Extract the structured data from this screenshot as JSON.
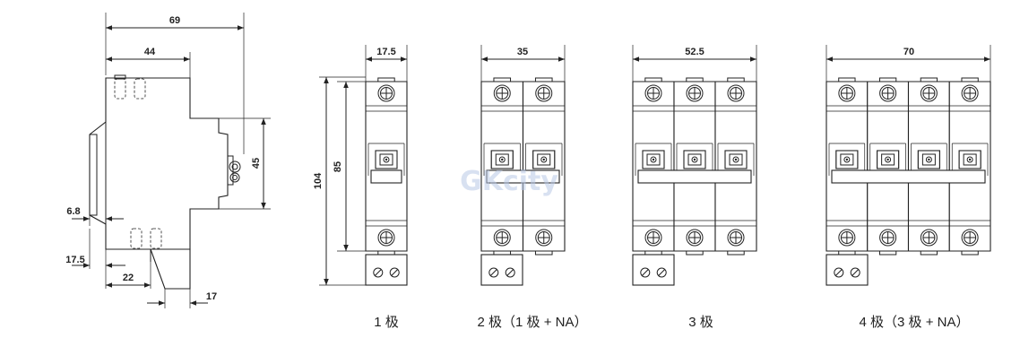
{
  "dimensions": {
    "side": {
      "overall_width": "69",
      "upper_width": "44",
      "rail_height": "45",
      "rail_offset": "6.8",
      "bottom_left": "17.5",
      "bottom_mid": "22",
      "bottom_right": "17"
    },
    "front": {
      "height_total": "104",
      "height_body": "85",
      "width_1p": "17.5",
      "width_2p": "35",
      "width_3p": "52.5",
      "width_4p": "70"
    }
  },
  "captions": {
    "p1": "1 极",
    "p2": "2 极（1 极 + NA）",
    "p3": "3 极",
    "p4": "4 极（3 极 + NA）"
  },
  "watermark": "GKcity",
  "colors": {
    "line": "#222222",
    "watermark": "#b9c9e6"
  }
}
